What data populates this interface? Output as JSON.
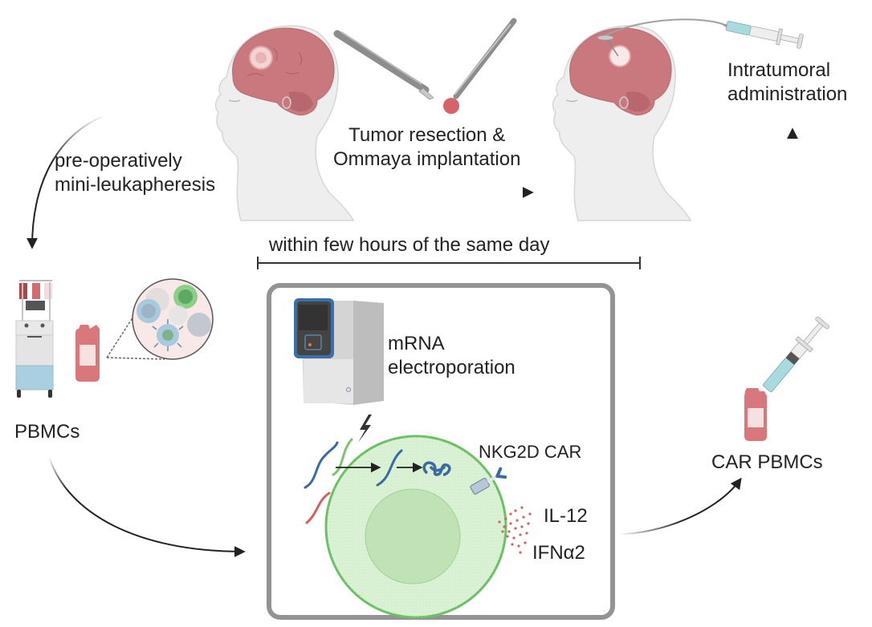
{
  "figure": {
    "type": "workflow-diagram",
    "topic": "NKG2D CAR PBMC intratumoral therapy workflow"
  },
  "labels": {
    "leukapheresis": [
      "pre-operatively",
      "mini-leukapheresis"
    ],
    "resection": [
      "Tumor resection &",
      "Ommaya implantation"
    ],
    "intratumoral": [
      "Intratumoral",
      "administration"
    ],
    "timeline": "within few hours of the same day",
    "pbmcs": "PBMCs",
    "electroporation": [
      "mRNA",
      "electroporation"
    ],
    "car": "NKG2D CAR",
    "il12": "IL-12",
    "ifn": "IFNα2",
    "car_pbmcs": "CAR PBMCs"
  },
  "icons": {
    "patient_pre_op": "patient-head-with-brain-tumor-icon",
    "scalpel": "scalpel-icon",
    "forceps": "forceps-with-tumor-icon",
    "patient_post_op": "patient-head-with-ommaya-catheter-icon",
    "syringe_top": "syringe-icon",
    "apheresis_machine": "apheresis-machine-icon",
    "blood_bag": "blood-bag-icon",
    "cell_magnifier": "pbmc-magnified-circle-icon",
    "electroporator": "electroporation-device-icon",
    "lightning": "lightning-bolt-icon",
    "mrna_strands": "mrna-strands-icon",
    "protein": "folded-protein-icon",
    "car_receptor": "car-receptor-icon",
    "cytokines": "cytokine-dots-icon",
    "cell": "t-cell-icon",
    "car_bag": "car-pbmc-blood-bag-icon",
    "syringe_bag": "syringe-icon"
  },
  "colors": {
    "brain": "#c9787e",
    "tumor": "#e8b4b4",
    "cell_fill": "#d8f0d2",
    "cell_border": "#6cbf64",
    "nucleus": "#bfe3b6",
    "mrna_blue": "#3a6aa0",
    "mrna_green": "#7cc46e",
    "mrna_red": "#d06464",
    "blood": "#d9787c",
    "box_border": "#8e8e8e",
    "syringe_liquid": "#a8dbe0",
    "device_blue": "#3b6fa8"
  }
}
